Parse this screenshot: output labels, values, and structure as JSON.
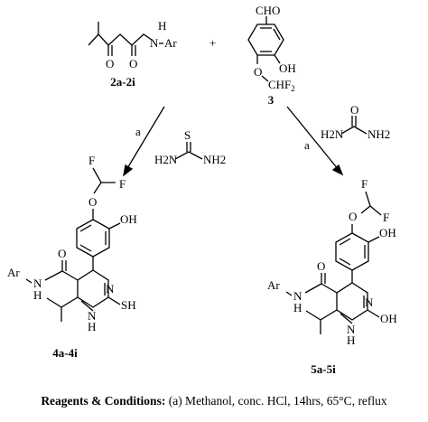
{
  "reactants": {
    "amide": {
      "atom_O1": "O",
      "atom_O2": "O",
      "atom_NH": "N",
      "atom_H": "H",
      "atom_Ar": "Ar",
      "label": "2a-2i"
    },
    "plus": "+",
    "aldehyde": {
      "cho": "CHO",
      "oh": "OH",
      "ocf": "O",
      "chf2_main": "CHF",
      "chf2_sub": "2",
      "label": "3"
    }
  },
  "arrows": {
    "left": {
      "reagent_label": "a",
      "thiourea": {
        "S": "S",
        "nh2_left": "H2N",
        "nh2_right": "NH2"
      }
    },
    "right": {
      "reagent_label": "a",
      "urea": {
        "O": "O",
        "nh2_left": "H2N",
        "nh2_right": "NH2"
      }
    }
  },
  "products": {
    "thio": {
      "F1": "F",
      "F2": "F",
      "O": "O",
      "OH": "OH",
      "amideO": "O",
      "Ar": "Ar",
      "NH_N": "N",
      "NH_H": "H",
      "ringN": "N",
      "NH_ring": "N",
      "NH_ringH": "H",
      "SH": "SH",
      "label": "4a-4i"
    },
    "oxo": {
      "F1": "F",
      "F2": "F",
      "O": "O",
      "OH": "OH",
      "amideO": "O",
      "Ar": "Ar",
      "NH_N": "N",
      "NH_H": "H",
      "ringN": "N",
      "NH_ring": "N",
      "NH_ringH": "H",
      "OH2": "OH",
      "label": "5a-5i"
    }
  },
  "caption": {
    "bold": "Reagents & Conditions:",
    "text": " (a) Methanol, conc. HCl, 14hrs, 65°C, reflux"
  }
}
